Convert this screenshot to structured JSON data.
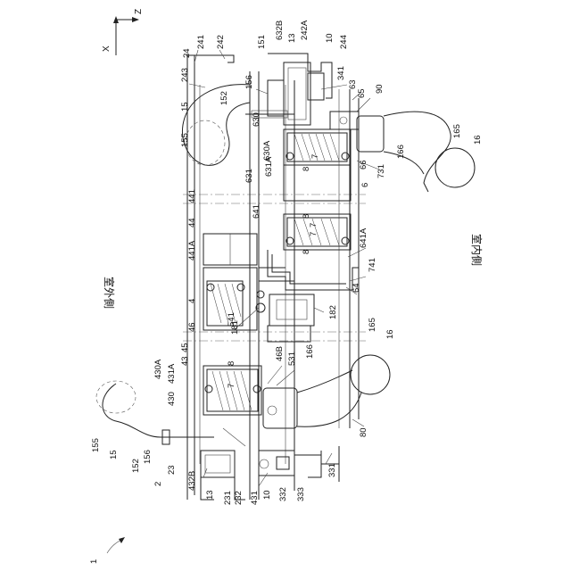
{
  "axes": {
    "z": "Z",
    "x": "X"
  },
  "side_labels": {
    "outdoor": "室外側",
    "indoor": "室内側"
  },
  "figure_ref": "1",
  "labels": [
    "241",
    "242",
    "24",
    "243",
    "15",
    "155",
    "151",
    "632B",
    "13",
    "242A",
    "10",
    "244",
    "156",
    "152",
    "341",
    "63",
    "65",
    "90",
    "630",
    "630A",
    "631A",
    "631",
    "165",
    "16",
    "166",
    "731",
    "66",
    "6",
    "8",
    "7",
    "641",
    "441",
    "44",
    "641A",
    "741",
    "64",
    "441A",
    "4",
    "46",
    "541",
    "182",
    "181",
    "43",
    "45",
    "46B",
    "531",
    "430A",
    "431A",
    "430",
    "155",
    "15",
    "152",
    "156",
    "2",
    "23",
    "432B",
    "13",
    "231",
    "232",
    "431",
    "10",
    "332",
    "333",
    "331",
    "80",
    "166",
    "165",
    "16",
    "8",
    "7",
    "8",
    "7",
    "8",
    "7"
  ]
}
